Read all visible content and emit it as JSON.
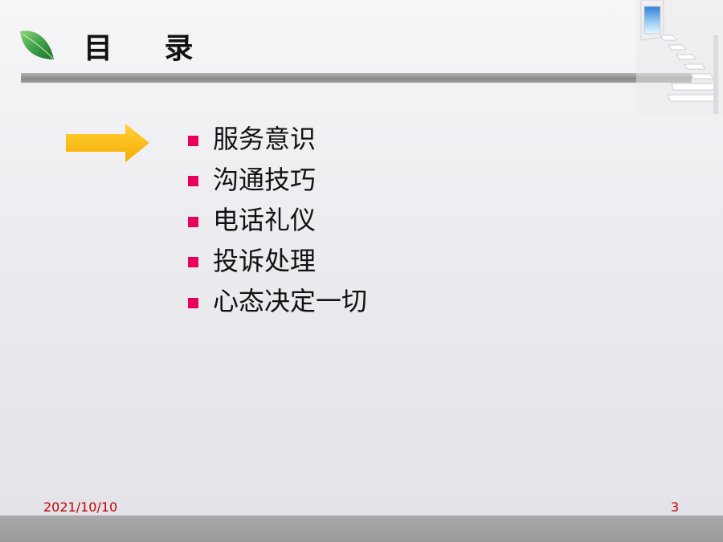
{
  "slide": {
    "title": "目  录",
    "menu_items": [
      {
        "label": "服务意识"
      },
      {
        "label": "沟通技巧"
      },
      {
        "label": "电话礼仪"
      },
      {
        "label": "投诉处理"
      },
      {
        "label": "心态决定一切"
      }
    ],
    "footer": {
      "date": "2021/10/10",
      "page": "3"
    }
  },
  "colors": {
    "bullet": "#e8005a",
    "arrow": "#ffbe00",
    "footer_text": "#c00000",
    "leaf": "#3fa04a"
  },
  "icons": [
    "leaf-icon",
    "arrow-icon",
    "stairs-decoration"
  ]
}
